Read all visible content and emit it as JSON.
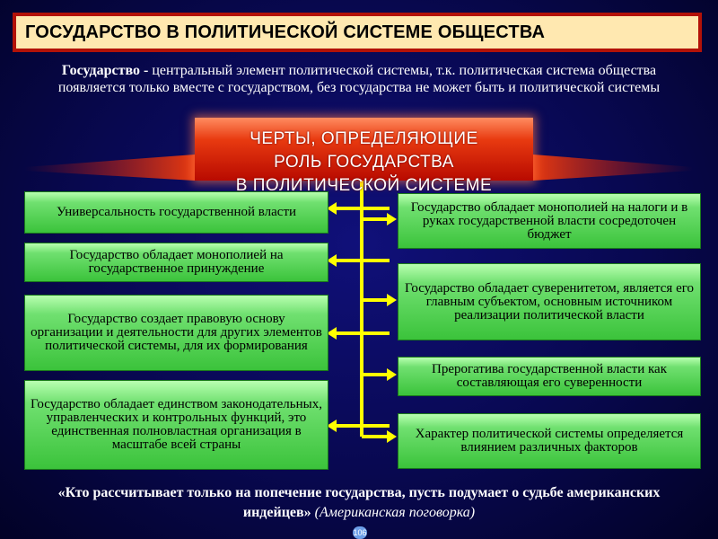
{
  "title": "ГОСУДАРСТВО В ПОЛИТИЧЕСКОЙ СИСТЕМЕ ОБЩЕСТВА",
  "intro": {
    "term": "Государство - ",
    "definition": "центральный элемент политической системы, т.к. политическая система общества появляется только вместе с государством, без государства не может быть и политической системы"
  },
  "heading": {
    "line1": "ЧЕРТЫ, ОПРЕДЕЛЯЮЩИЕ",
    "line2": "РОЛЬ ГОСУДАРСТВА",
    "line3": "В ПОЛИТИЧЕСКОЙ СИСТЕМЕ"
  },
  "left_features": [
    "Универсальность государственной власти",
    "Государство обладает монополией на государственное принуждение",
    "Государство создает правовую основу организации и деятельности для других элементов политической системы, для их формирования",
    "Государство обладает единством законодательных, управленческих и контрольных функций, это единственная полновластная организация в масштабе всей страны"
  ],
  "right_features": [
    "Государство обладает монополией на налоги и в руках государственной власти сосредоточен бюджет",
    "Государство обладает суверенитетом, является его главным субъектом, основным источником реализации политической власти",
    "Прерогатива государственной власти как составляющая его суверенности",
    "Характер политической системы определяется влиянием различных факторов"
  ],
  "quote": {
    "text": "«Кто рассчитывает только на попечение государства, пусть подумает о судьбе американских индейцев»",
    "source": "(Американская поговорка)"
  },
  "page_number": "106",
  "colors": {
    "background": "#0a0a5e",
    "title_fill": "#ffe8b0",
    "title_border": "#b31208",
    "heading_fill": "#d42a0a",
    "feature_box": "#5fd35f",
    "connector": "#ffff00"
  }
}
